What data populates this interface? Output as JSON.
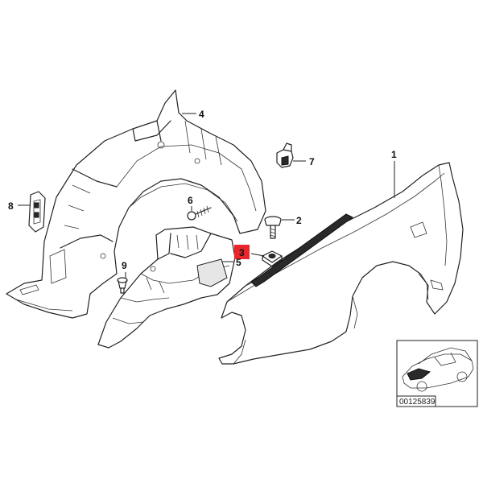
{
  "diagram": {
    "callouts": [
      {
        "id": "1",
        "label": "1"
      },
      {
        "id": "2",
        "label": "2"
      },
      {
        "id": "3",
        "label": "3",
        "highlighted": true
      },
      {
        "id": "4",
        "label": "4"
      },
      {
        "id": "5",
        "label": "5"
      },
      {
        "id": "6",
        "label": "6"
      },
      {
        "id": "7",
        "label": "7"
      },
      {
        "id": "8",
        "label": "8"
      },
      {
        "id": "9",
        "label": "9"
      }
    ],
    "catalog_number": "00125839",
    "highlight_color": "#e8262b"
  }
}
